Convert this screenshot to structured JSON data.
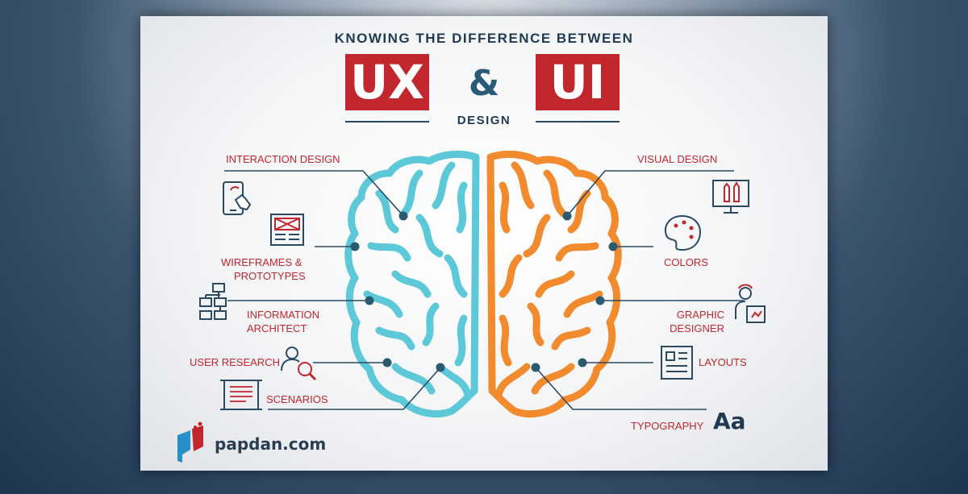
{
  "header": {
    "title": "KNOWING THE DIFFERENCE BETWEEN",
    "ux": "UX",
    "amp": "&",
    "ui": "UI",
    "design": "DESIGN"
  },
  "left_labels": {
    "interaction": "INTERACTION DESIGN",
    "wireframes_1": "WIREFRAMES &",
    "wireframes_2": "PROTOTYPES",
    "info_1": "INFORMATION",
    "info_2": "ARCHITECT",
    "research": "USER RESEARCH",
    "scenarios": "SCENARIOS"
  },
  "right_labels": {
    "visual": "VISUAL DESIGN",
    "colors": "COLORS",
    "graphic_1": "GRAPHIC",
    "graphic_2": "DESIGNER",
    "layouts": "LAYOUTS",
    "typography": "TYPOGRAPHY",
    "typo_glyph": "Aa"
  },
  "brand": {
    "name": "papdan.com"
  },
  "colors": {
    "ux_red": "#c1272d",
    "navy": "#1f3a52",
    "brain_left": "#5dc8d8",
    "brain_right": "#f28a2e",
    "connector": "#2a4a63"
  },
  "icons": [
    "tablet-touch-icon",
    "wireframe-icon",
    "sitemap-icon",
    "user-search-icon",
    "document-icon",
    "monitor-tools-icon",
    "palette-icon",
    "designer-icon",
    "layout-icon",
    "papdan-logo-icon"
  ]
}
